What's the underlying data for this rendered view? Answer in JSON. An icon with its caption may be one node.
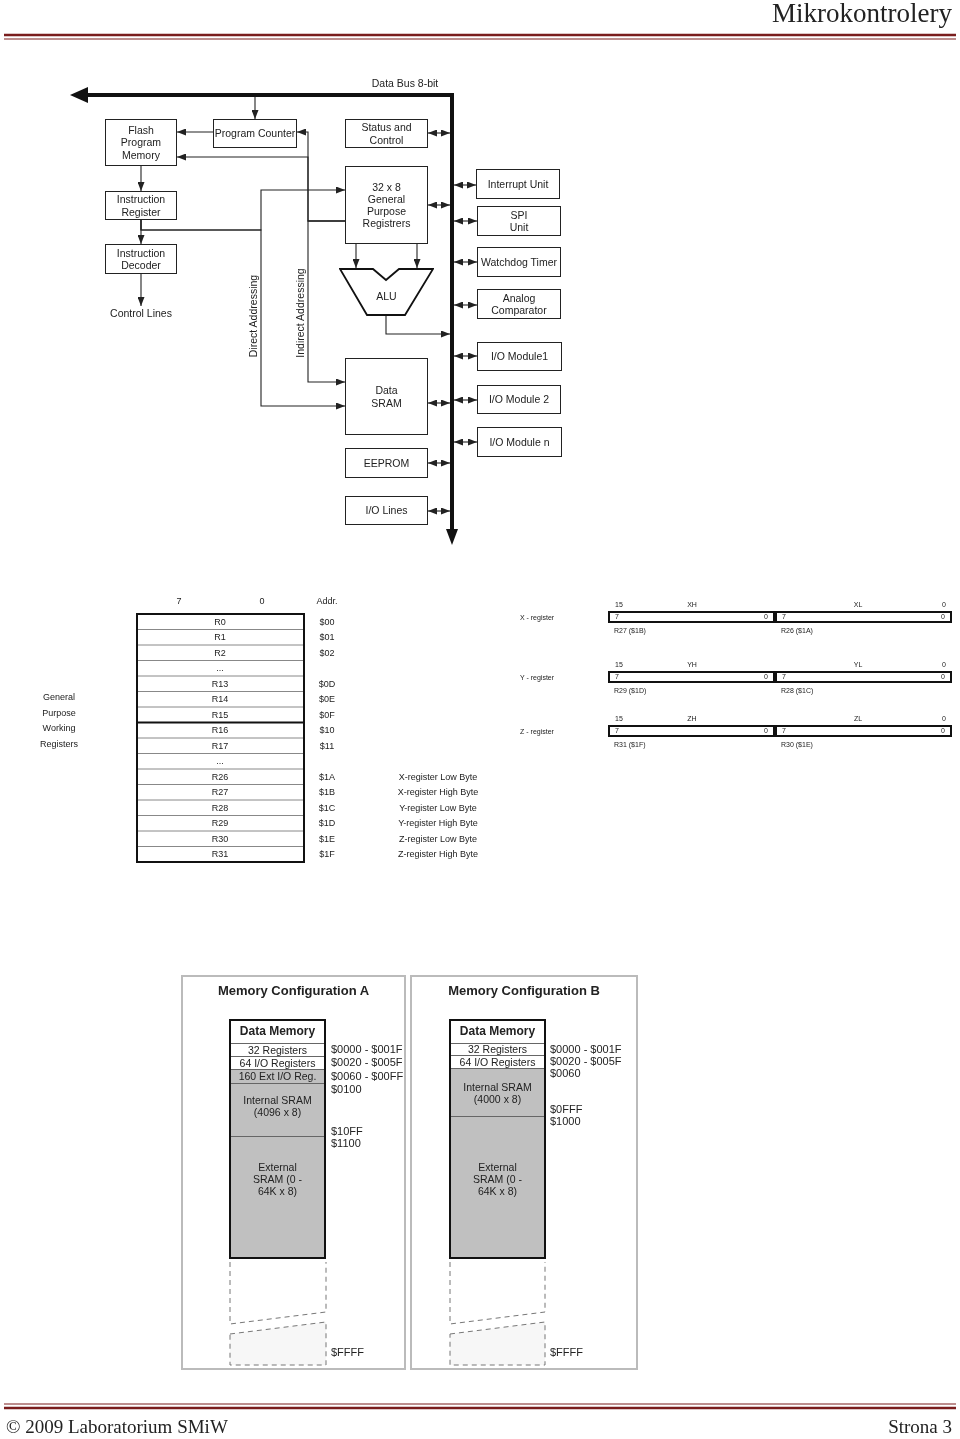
{
  "diagram": {
    "title": "Mikrokontrolery",
    "nodes": [
      {
        "text": [
          "Data Bus 8-bit"
        ]
      },
      {
        "text": [
          "Flash Program Memory"
        ]
      },
      {
        "text": [
          "Program Counter"
        ]
      },
      {
        "text": [
          "Status and Control"
        ]
      },
      {
        "text": [
          "Interrupt Unit"
        ]
      },
      {
        "text": [
          "Instruction Register"
        ]
      },
      {
        "text": [
          "32 x 8 General Purpose Registrers"
        ]
      },
      {
        "text": [
          "SPI Unit"
        ]
      },
      {
        "text": [
          "Instruction Decoder"
        ]
      },
      {
        "text": [
          "Watchdog Timer"
        ]
      },
      {
        "text": [
          "ALU"
        ]
      },
      {
        "text": [
          "Analog Comparator"
        ]
      },
      {
        "text": [
          "Control Lines"
        ]
      },
      {
        "text": [
          "I/O Module1"
        ]
      },
      {
        "text": [
          "Data SRAM"
        ]
      },
      {
        "text": [
          "I/O Module 2"
        ]
      },
      {
        "text": [
          "I/O Module n"
        ]
      },
      {
        "text": [
          "EEPROM"
        ]
      },
      {
        "text": [
          "I/O Lines"
        ]
      },
      {
        "text": [
          "7",
          "0"
        ],
        "beside": [
          "15",
          "XH",
          "R27 ($1B)"
        ]
      },
      {
        "text": [
          "7",
          "0"
        ],
        "beside": [
          "XL",
          "0",
          "R26 ($1A)"
        ]
      },
      {
        "text": [
          "7",
          "0"
        ],
        "beside": [
          "15",
          "YH",
          "R29 ($1D)"
        ]
      },
      {
        "text": [
          "7",
          "0"
        ],
        "beside": [
          "YL",
          "0",
          "R28 ($1C)"
        ]
      },
      {
        "text": [
          "7",
          "0"
        ],
        "beside": [
          "15",
          "ZH",
          "R31 ($1F)"
        ]
      },
      {
        "text": [
          "7",
          "0"
        ],
        "beside": [
          "ZL",
          "0",
          "R30 ($1E)"
        ]
      },
      {
        "text": [
          "Memory Configuration A"
        ]
      },
      {
        "text": [
          "Data Memory"
        ],
        "in": 25
      },
      {
        "text": [
          "32 Registers"
        ],
        "in": 26,
        "beside": [
          "$0000 - $001F"
        ]
      },
      {
        "text": [
          "64 I/O Registers"
        ],
        "in": 26,
        "beside": [
          "$0020 - $005F"
        ]
      },
      {
        "text": [
          "160 Ext I/O Reg."
        ],
        "in": 26,
        "beside": [
          "$0060 - $00FF"
        ]
      },
      {
        "text": [
          "Internal SRAM (4096 x 8)"
        ],
        "in": 26,
        "beside": [
          "$0100",
          "$10FF"
        ]
      },
      {
        "text": [
          "External SRAM (0 - 64K x 8)"
        ],
        "in": 26,
        "beside": [
          "$1100"
        ]
      },
      {
        "text": [],
        "shape": "box",
        "in": 25,
        "beside": [
          "$FFFF"
        ]
      },
      {
        "text": [
          "Memory Configuration B"
        ]
      },
      {
        "text": [
          "Data Memory"
        ],
        "in": 33
      },
      {
        "text": [
          "32 Registers"
        ],
        "in": 34,
        "beside": [
          "$0000 - $001F"
        ]
      },
      {
        "text": [
          "64 I/O Registers"
        ],
        "in": 34,
        "beside": [
          "$0020 - $005F"
        ]
      },
      {
        "text": [
          "Internal SRAM (4000 x 8)"
        ],
        "in": 34,
        "beside": [
          "$0060",
          "$0FFF"
        ]
      },
      {
        "text": [
          "External SRAM (0 - 64K x 8)"
        ],
        "in": 34,
        "beside": [
          "$1000"
        ]
      },
      {
        "text": [],
        "shape": "box",
        "in": 33,
        "beside": [
          "$FFFF"
        ]
      },
      {
        "text": [],
        "shape": "bar"
      }
    ],
    "edges": [
      {
        "from": 0,
        "to": 2,
        "arrow": "to"
      },
      {
        "from": 2,
        "to": 1,
        "arrow": "to"
      },
      {
        "from": 6,
        "to": 2,
        "arrow": "to"
      },
      {
        "from": 6,
        "to": 1,
        "arrow": "to"
      },
      {
        "from": 6,
        "to": 14,
        "arrow": "to",
        "label": "Indirect Addressing"
      },
      {
        "from": 1,
        "to": 5,
        "arrow": "to"
      },
      {
        "from": 5,
        "to": 8,
        "arrow": "to"
      },
      {
        "from": 5,
        "to": 6,
        "arrow": "to"
      },
      {
        "from": 5,
        "to": 14,
        "arrow": "to",
        "label": "Direct Addressing"
      },
      {
        "from": 8,
        "to": 12,
        "arrow": "to"
      },
      {
        "from": 6,
        "to": 10,
        "arrow": "to"
      },
      {
        "from": 6,
        "to": 10,
        "arrow": "to"
      },
      {
        "from": 10,
        "to": 40,
        "arrow": "to"
      },
      {
        "from": 3,
        "to": 40,
        "arrow": "both"
      },
      {
        "from": 6,
        "to": 40,
        "arrow": "both"
      },
      {
        "from": 14,
        "to": 40,
        "arrow": "both"
      },
      {
        "from": 17,
        "to": 40,
        "arrow": "both"
      },
      {
        "from": 18,
        "to": 40,
        "arrow": "both"
      },
      {
        "from": 40,
        "to": 4,
        "arrow": "both"
      },
      {
        "from": 40,
        "to": 7,
        "arrow": "both"
      },
      {
        "from": 40,
        "to": 9,
        "arrow": "both"
      },
      {
        "from": 40,
        "to": 11,
        "arrow": "both"
      },
      {
        "from": 40,
        "to": 13,
        "arrow": "both"
      },
      {
        "from": 40,
        "to": 15,
        "arrow": "both"
      },
      {
        "from": 40,
        "to": 16,
        "arrow": "both"
      }
    ],
    "labels": [
      "7",
      "0",
      "Addr.",
      "R0",
      "$00",
      "R1",
      "$01",
      "R2",
      "$02",
      "...",
      "R13",
      "$0D",
      "General Purpose Working Registers",
      "R14",
      "$0E",
      "R15",
      "$0F",
      "R16",
      "$10",
      "R17",
      "$11",
      "...",
      "R26",
      "$1A",
      "X-register Low Byte",
      "R27",
      "$1B",
      "X-register High Byte",
      "R28",
      "$1C",
      "Y-register Low Byte",
      "R29",
      "$1D",
      "Y-register High Byte",
      "R30",
      "$1E",
      "Z-register Low Byte",
      "R31",
      "$1F",
      "Z-register High Byte",
      "X - register",
      "Y - register",
      "Z - register",
      "© 2009 Laboratorium SMiW",
      "Strona 3"
    ]
  }
}
